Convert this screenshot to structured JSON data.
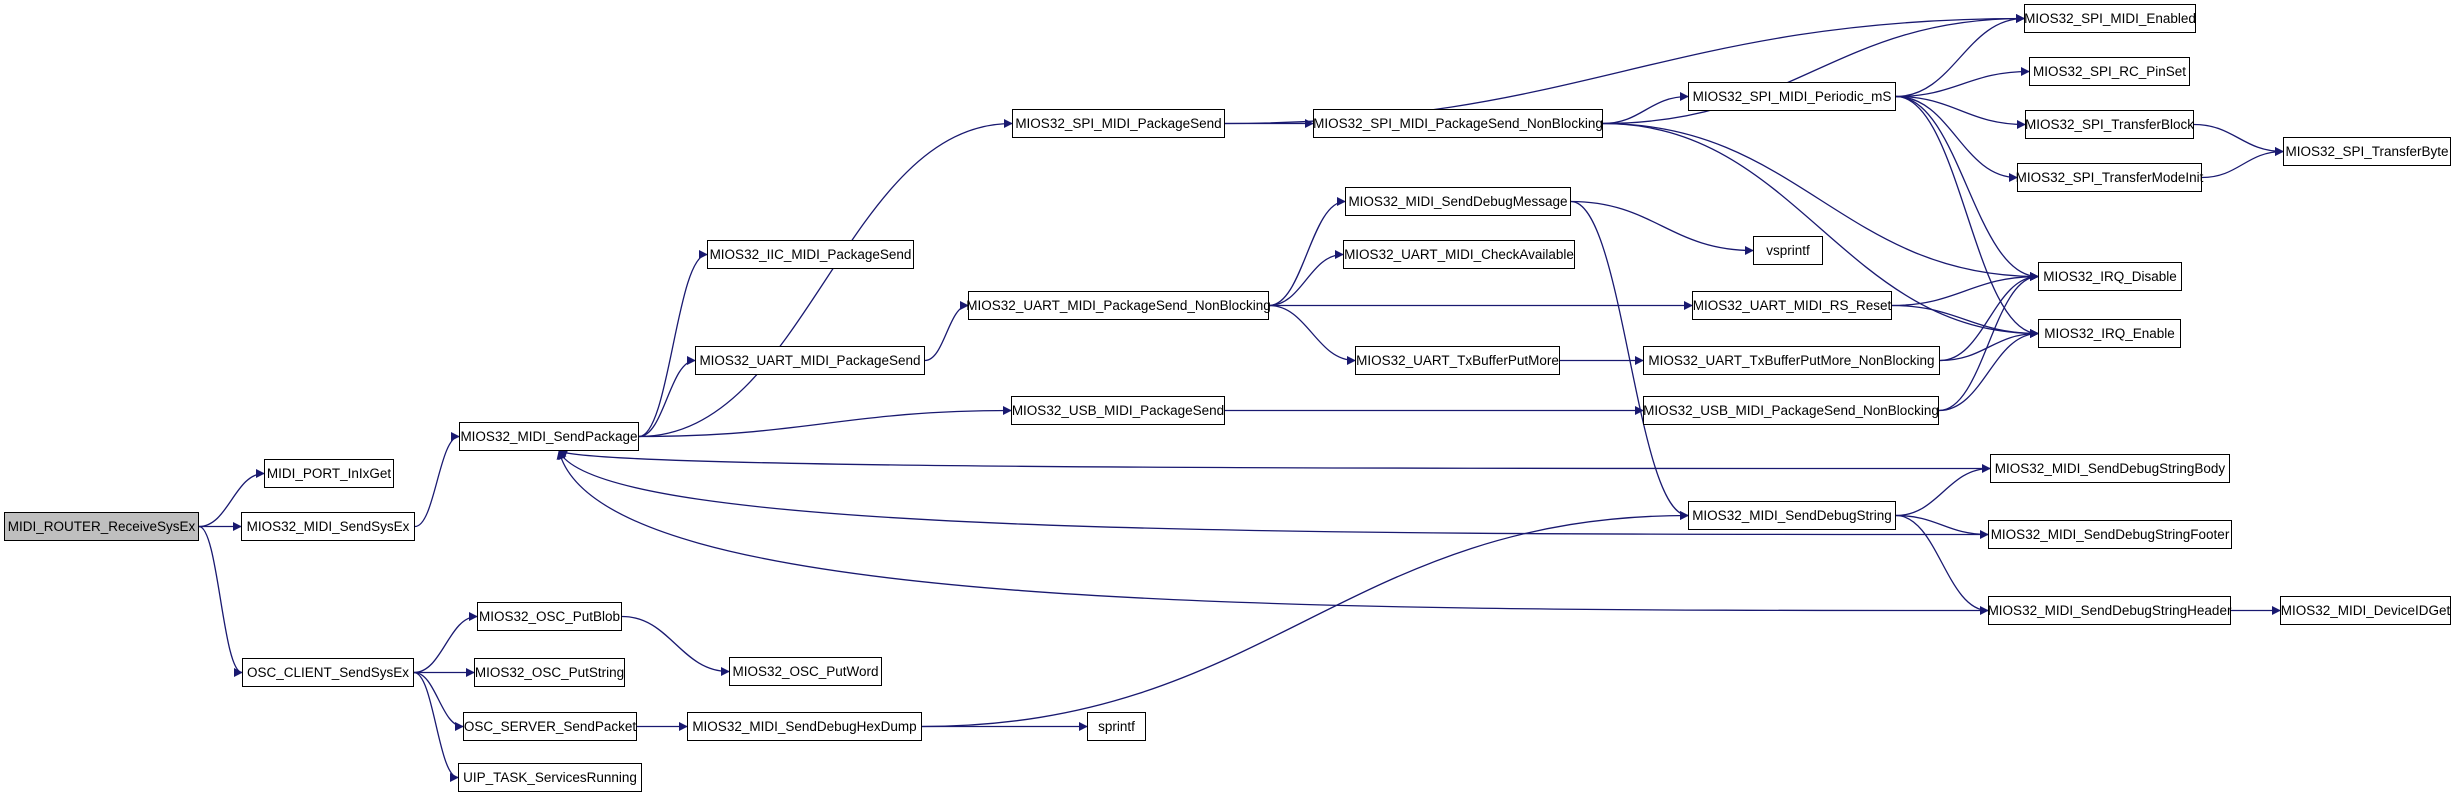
{
  "diagram": {
    "root": "MIDI_ROUTER_ReceiveSysEx",
    "nodes": {
      "n_router": "MIDI_ROUTER_ReceiveSysEx",
      "n_inixget": "MIDI_PORT_InIxGet",
      "n_sendsysex": "MIOS32_MIDI_SendSysEx",
      "n_oscsend": "OSC_CLIENT_SendSysEx",
      "n_sendpkg": "MIOS32_MIDI_SendPackage",
      "n_putblob": "MIOS32_OSC_PutBlob",
      "n_putstring": "MIOS32_OSC_PutString",
      "n_serversend": "OSC_SERVER_SendPacket",
      "n_uiptask": "UIP_TASK_ServicesRunning",
      "n_iicpkg": "MIOS32_IIC_MIDI_PackageSend",
      "n_uartpkg": "MIOS32_UART_MIDI_PackageSend",
      "n_spipkg": "MIOS32_SPI_MIDI_PackageSend",
      "n_uartnb": "MIOS32_UART_MIDI_PackageSend_NonBlocking",
      "n_usbpkg": "MIOS32_USB_MIDI_PackageSend",
      "n_putword": "MIOS32_OSC_PutWord",
      "n_hexdump": "MIOS32_MIDI_SendDebugHexDump",
      "n_sprintf": "sprintf",
      "n_spinb": "MIOS32_SPI_MIDI_PackageSend_NonBlocking",
      "n_dbgmsg": "MIOS32_MIDI_SendDebugMessage",
      "n_uartcheck": "MIOS32_UART_MIDI_CheckAvailable",
      "n_txbuf": "MIOS32_UART_TxBufferPutMore",
      "n_vsprintf": "vsprintf",
      "n_periodic": "MIOS32_SPI_MIDI_Periodic_mS",
      "n_rsreset": "MIOS32_UART_MIDI_RS_Reset",
      "n_txbufnb": "MIOS32_UART_TxBufferPutMore_NonBlocking",
      "n_usbnb": "MIOS32_USB_MIDI_PackageSend_NonBlocking",
      "n_dbgstring": "MIOS32_MIDI_SendDebugString",
      "n_enabled": "MIOS32_SPI_MIDI_Enabled",
      "n_pinset": "MIOS32_SPI_RC_PinSet",
      "n_xferblock": "MIOS32_SPI_TransferBlock",
      "n_xfermode": "MIOS32_SPI_TransferModeInit",
      "n_irqdis": "MIOS32_IRQ_Disable",
      "n_irqen": "MIOS32_IRQ_Enable",
      "n_strbody": "MIOS32_MIDI_SendDebugStringBody",
      "n_strfooter": "MIOS32_MIDI_SendDebugStringFooter",
      "n_strheader": "MIOS32_MIDI_SendDebugStringHeader",
      "n_xferbyte": "MIOS32_SPI_TransferByte",
      "n_deviceid": "MIOS32_MIDI_DeviceIDGet"
    },
    "edges": [
      [
        "n_router",
        "n_inixget"
      ],
      [
        "n_router",
        "n_sendsysex"
      ],
      [
        "n_router",
        "n_oscsend"
      ],
      [
        "n_sendsysex",
        "n_sendpkg"
      ],
      [
        "n_oscsend",
        "n_putblob"
      ],
      [
        "n_oscsend",
        "n_putstring"
      ],
      [
        "n_oscsend",
        "n_serversend"
      ],
      [
        "n_oscsend",
        "n_uiptask"
      ],
      [
        "n_sendpkg",
        "n_iicpkg"
      ],
      [
        "n_sendpkg",
        "n_uartpkg"
      ],
      [
        "n_sendpkg",
        "n_spipkg"
      ],
      [
        "n_sendpkg",
        "n_usbpkg"
      ],
      [
        "n_putblob",
        "n_putword"
      ],
      [
        "n_serversend",
        "n_hexdump"
      ],
      [
        "n_uartpkg",
        "n_uartnb"
      ],
      [
        "n_spipkg",
        "n_spinb"
      ],
      [
        "n_spipkg",
        "n_enabled"
      ],
      [
        "n_uartnb",
        "n_dbgmsg"
      ],
      [
        "n_uartnb",
        "n_uartcheck"
      ],
      [
        "n_uartnb",
        "n_rsreset"
      ],
      [
        "n_uartnb",
        "n_txbuf"
      ],
      [
        "n_usbpkg",
        "n_usbnb"
      ],
      [
        "n_hexdump",
        "n_sprintf"
      ],
      [
        "n_hexdump",
        "n_dbgstring"
      ],
      [
        "n_spinb",
        "n_enabled"
      ],
      [
        "n_spinb",
        "n_periodic"
      ],
      [
        "n_spinb",
        "n_irqdis"
      ],
      [
        "n_spinb",
        "n_irqen"
      ],
      [
        "n_dbgmsg",
        "n_vsprintf"
      ],
      [
        "n_dbgmsg",
        "n_dbgstring"
      ],
      [
        "n_txbuf",
        "n_txbufnb"
      ],
      [
        "n_periodic",
        "n_enabled"
      ],
      [
        "n_periodic",
        "n_pinset"
      ],
      [
        "n_periodic",
        "n_xferblock"
      ],
      [
        "n_periodic",
        "n_xfermode"
      ],
      [
        "n_periodic",
        "n_irqdis"
      ],
      [
        "n_periodic",
        "n_irqen"
      ],
      [
        "n_rsreset",
        "n_irqdis"
      ],
      [
        "n_rsreset",
        "n_irqen"
      ],
      [
        "n_txbufnb",
        "n_irqdis"
      ],
      [
        "n_txbufnb",
        "n_irqen"
      ],
      [
        "n_usbnb",
        "n_irqdis"
      ],
      [
        "n_usbnb",
        "n_irqen"
      ],
      [
        "n_dbgstring",
        "n_strbody"
      ],
      [
        "n_dbgstring",
        "n_strfooter"
      ],
      [
        "n_dbgstring",
        "n_strheader"
      ],
      [
        "n_xferblock",
        "n_xferbyte"
      ],
      [
        "n_xfermode",
        "n_xferbyte"
      ],
      [
        "n_strbody",
        "n_sendpkg"
      ],
      [
        "n_strfooter",
        "n_sendpkg"
      ],
      [
        "n_strheader",
        "n_sendpkg"
      ],
      [
        "n_strheader",
        "n_deviceid"
      ]
    ],
    "colors": {
      "edge": "#191970",
      "node_border": "#000000",
      "node_fill": "#ffffff",
      "root_fill": "#bfbfbf"
    }
  }
}
